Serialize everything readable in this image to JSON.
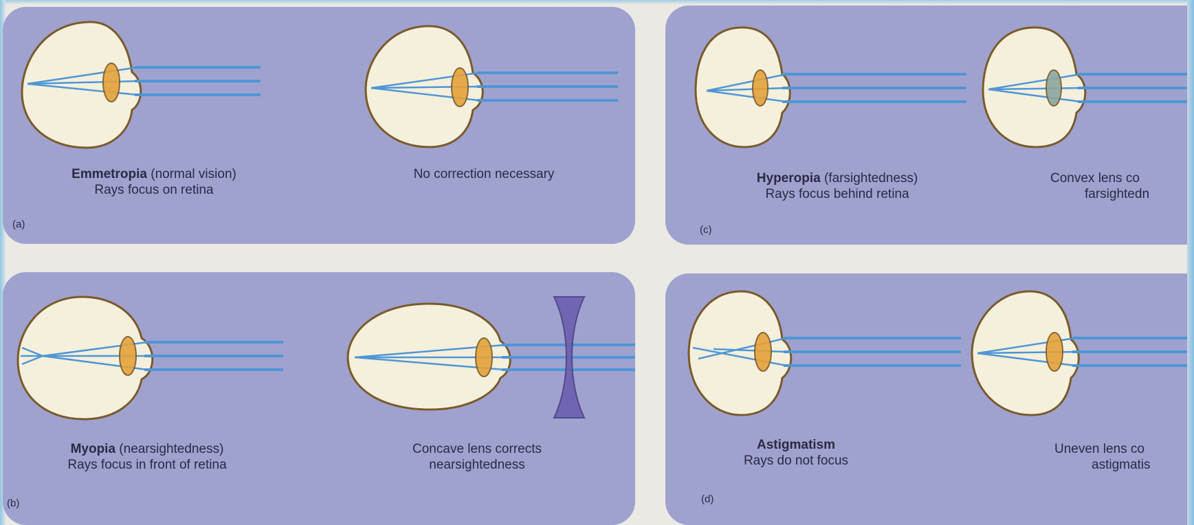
{
  "colors": {
    "panel": "#9fa2cf",
    "background": "#eae9e3",
    "eyeball_fill": "#f5f0dc",
    "eyeball_outline": "#7a5a2a",
    "lens": "#e5a23a",
    "ray": "#4f96d6",
    "concave_lens": "#6b5fb0"
  },
  "panels": {
    "a": {
      "label": "(a)",
      "left_caption_bold": "Emmetropia",
      "left_caption_rest": " (normal vision)",
      "left_caption_line2": "Rays focus on retina",
      "right_caption_line1": "No correction necessary"
    },
    "c": {
      "label": "(c)",
      "left_caption_bold": "Hyperopia",
      "left_caption_rest": " (farsightedness)",
      "left_caption_line2": "Rays focus behind retina",
      "right_caption_line1": "Convex lens co",
      "right_caption_line2": "farsightedn"
    },
    "b": {
      "label": "(b)",
      "left_caption_bold": "Myopia",
      "left_caption_rest": " (nearsightedness)",
      "left_caption_line2": "Rays focus in front of retina",
      "right_caption_line1": "Concave lens corrects",
      "right_caption_line2": "nearsightedness"
    },
    "d": {
      "label": "(d)",
      "left_caption_bold": "Astigmatism",
      "left_caption_line2": "Rays do not focus",
      "right_caption_line1": "Uneven lens co",
      "right_caption_line2": "astigmatis"
    }
  }
}
